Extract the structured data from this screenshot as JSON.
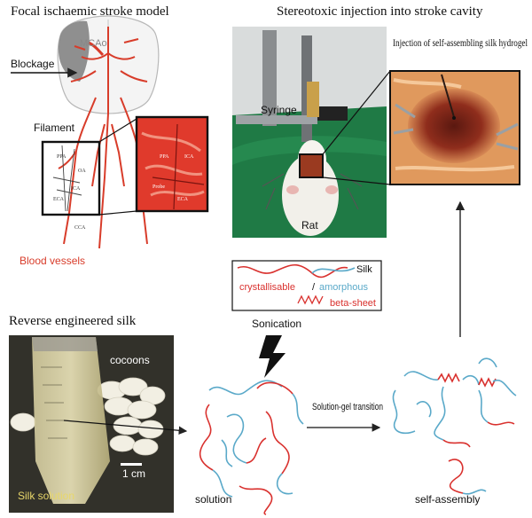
{
  "sections": {
    "stroke_model_title": "Focal ischaemic stroke model",
    "injection_title": "Stereotoxic injection into stroke cavity",
    "silk_title": "Reverse engineered silk"
  },
  "brain_panel": {
    "mcao": "MCAo",
    "blockage": "Blockage",
    "filament": "Filament",
    "blood_vessels": "Blood vessels",
    "vessel_labels": [
      "PPA",
      "ICA",
      "ECA",
      "CCA",
      "OA"
    ],
    "inset_labels": [
      "PPA",
      "ICA",
      "Probe",
      "ECA"
    ]
  },
  "injection_panel": {
    "syringe": "Syringe",
    "rat": "Rat",
    "zoom_title": "Injection of self-assembling silk hydrogel"
  },
  "legend": {
    "silk": "Silk",
    "crystallisable": "crystallisable",
    "separator": "/",
    "amorphous": "amorphous",
    "beta_sheet": "beta-sheet"
  },
  "process": {
    "sonication": "Sonication",
    "transition": "Solution-gel transition",
    "solution": "solution",
    "self_assembly": "self-assembly"
  },
  "silk_photo": {
    "cocoons": "cocoons",
    "scale": "1 cm",
    "silk_solution": "Silk solution"
  },
  "colors": {
    "crystallisable": "#d9312e",
    "amorphous": "#5aa9c9",
    "vessel": "#d83c2a",
    "surgical_green": "#1f7a45"
  }
}
